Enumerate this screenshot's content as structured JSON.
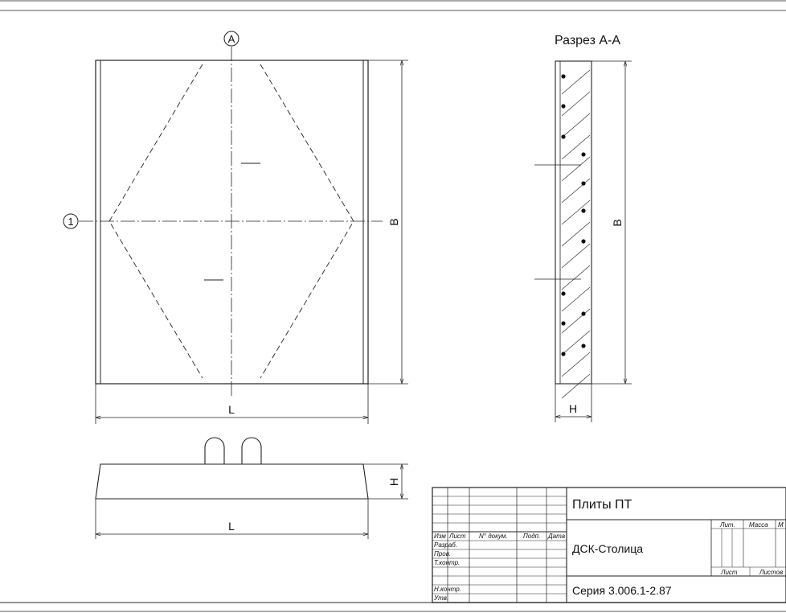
{
  "drawing": {
    "section_title": "Разрез А-А",
    "axis_a": "A",
    "axis_1": "1",
    "dim_length": "L",
    "dim_width": "B",
    "dim_height": "H"
  },
  "title_block": {
    "title": "Плиты ПТ",
    "company": "ДСК-Столица",
    "series": "Серия 3.006.1-2.87",
    "columns": {
      "izm": "Изм",
      "list": "Лист",
      "doc_no": "N° докум.",
      "sign": "Подп.",
      "date": "Дата"
    },
    "roles": {
      "developer": "Разраб.",
      "checked": "Пров.",
      "tech_control": "Т.контр.",
      "norm_control": "Н.контр.",
      "approved": "Утв."
    },
    "right": {
      "lit": "Лит.",
      "mass": "Масса",
      "scale": "М",
      "sheet": "Лист",
      "sheets": "Листов"
    }
  }
}
